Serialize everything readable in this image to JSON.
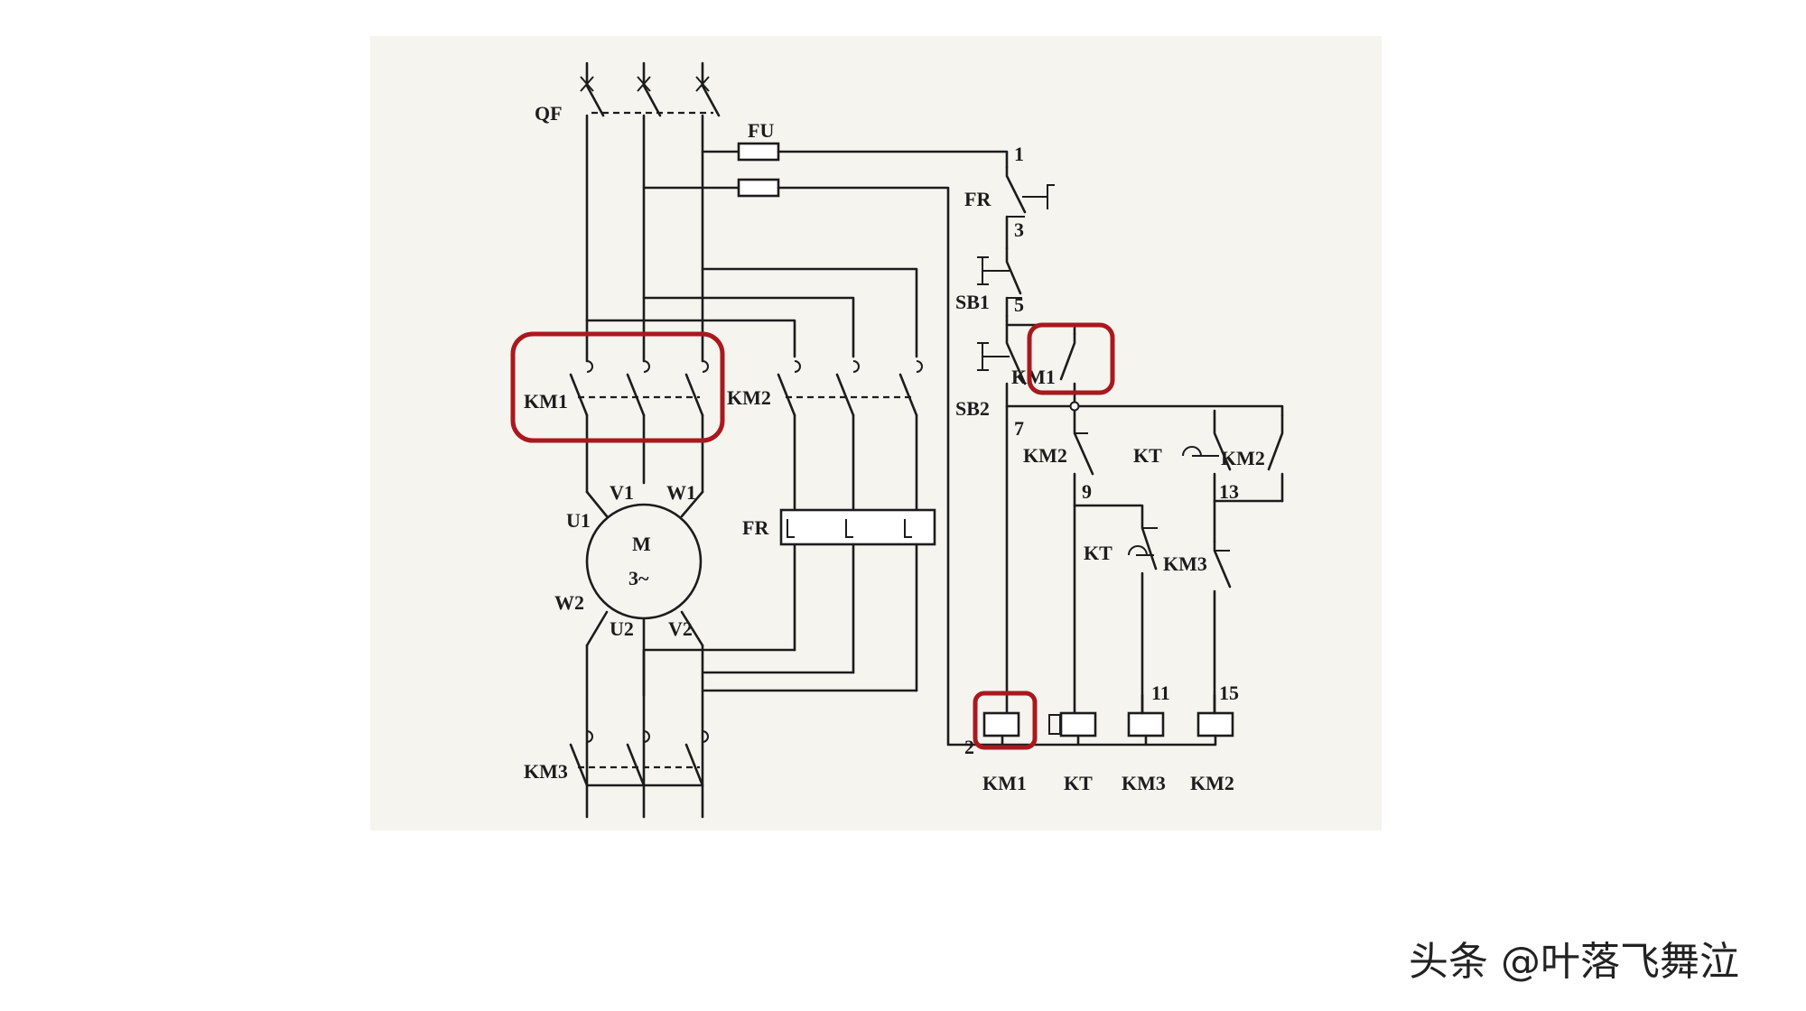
{
  "labels": {
    "qf": "QF",
    "fu": "FU",
    "km1": "KM1",
    "km2": "KM2",
    "km3": "KM3",
    "fr": "FR",
    "sb1": "SB1",
    "sb2": "SB2",
    "kt": "KT",
    "motor_m": "M",
    "motor_phase": "3~",
    "u1": "U1",
    "v1": "V1",
    "w1": "W1",
    "u2": "U2",
    "v2": "V2",
    "w2": "W2",
    "n1": "1",
    "n2": "2",
    "n3": "3",
    "n5": "5",
    "n7": "7",
    "n9": "9",
    "n11": "11",
    "n13": "13",
    "n15": "15"
  },
  "watermark": "头条 @叶落飞舞泣",
  "colors": {
    "highlight": "#a8191e",
    "ink": "#1c1c1c",
    "paper": "#f6f4ef"
  }
}
